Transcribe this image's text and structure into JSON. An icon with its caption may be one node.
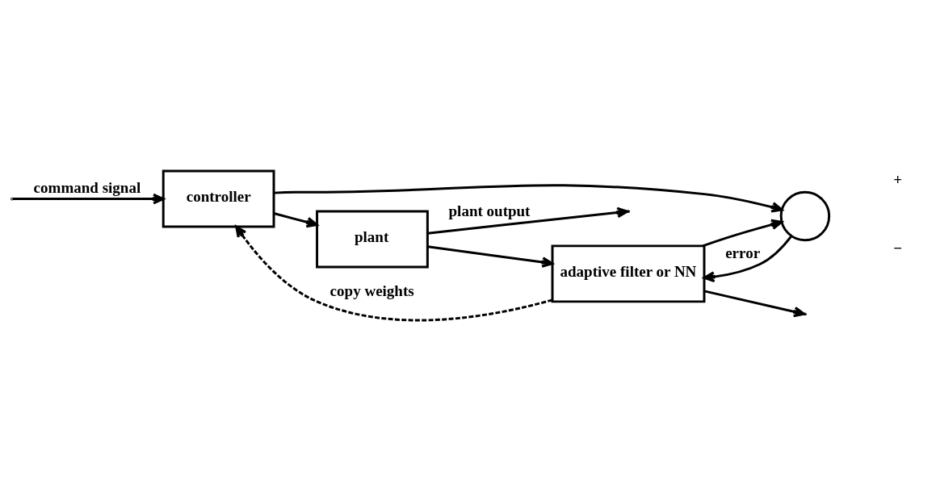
{
  "diagram": {
    "nodes": [
      {
        "text": [
          "controller"
        ]
      },
      {
        "text": [
          "plant"
        ]
      },
      {
        "text": [
          "adaptive filter or NN"
        ]
      },
      {
        "text": [],
        "shape": "circle"
      }
    ],
    "edges": [
      {
        "from": null,
        "to": 0,
        "arrow": "to",
        "label": "command signal"
      },
      {
        "from": 0,
        "to": 1,
        "arrow": "to"
      },
      {
        "from": 0,
        "to": 3,
        "arrow": "to"
      },
      {
        "from": 1,
        "to": 2,
        "arrow": "to"
      },
      {
        "from": 1,
        "to": null,
        "arrow": "to",
        "label": "plant output"
      },
      {
        "from": 2,
        "to": 3,
        "arrow": "to"
      },
      {
        "from": 2,
        "to": null,
        "arrow": "to"
      },
      {
        "from": 3,
        "to": 2,
        "arrow": "to",
        "label": "error"
      },
      {
        "from": 2,
        "to": 0,
        "arrow": "to",
        "style": "dashed",
        "label": "copy weights"
      }
    ],
    "labels": [
      "+",
      "−"
    ]
  }
}
